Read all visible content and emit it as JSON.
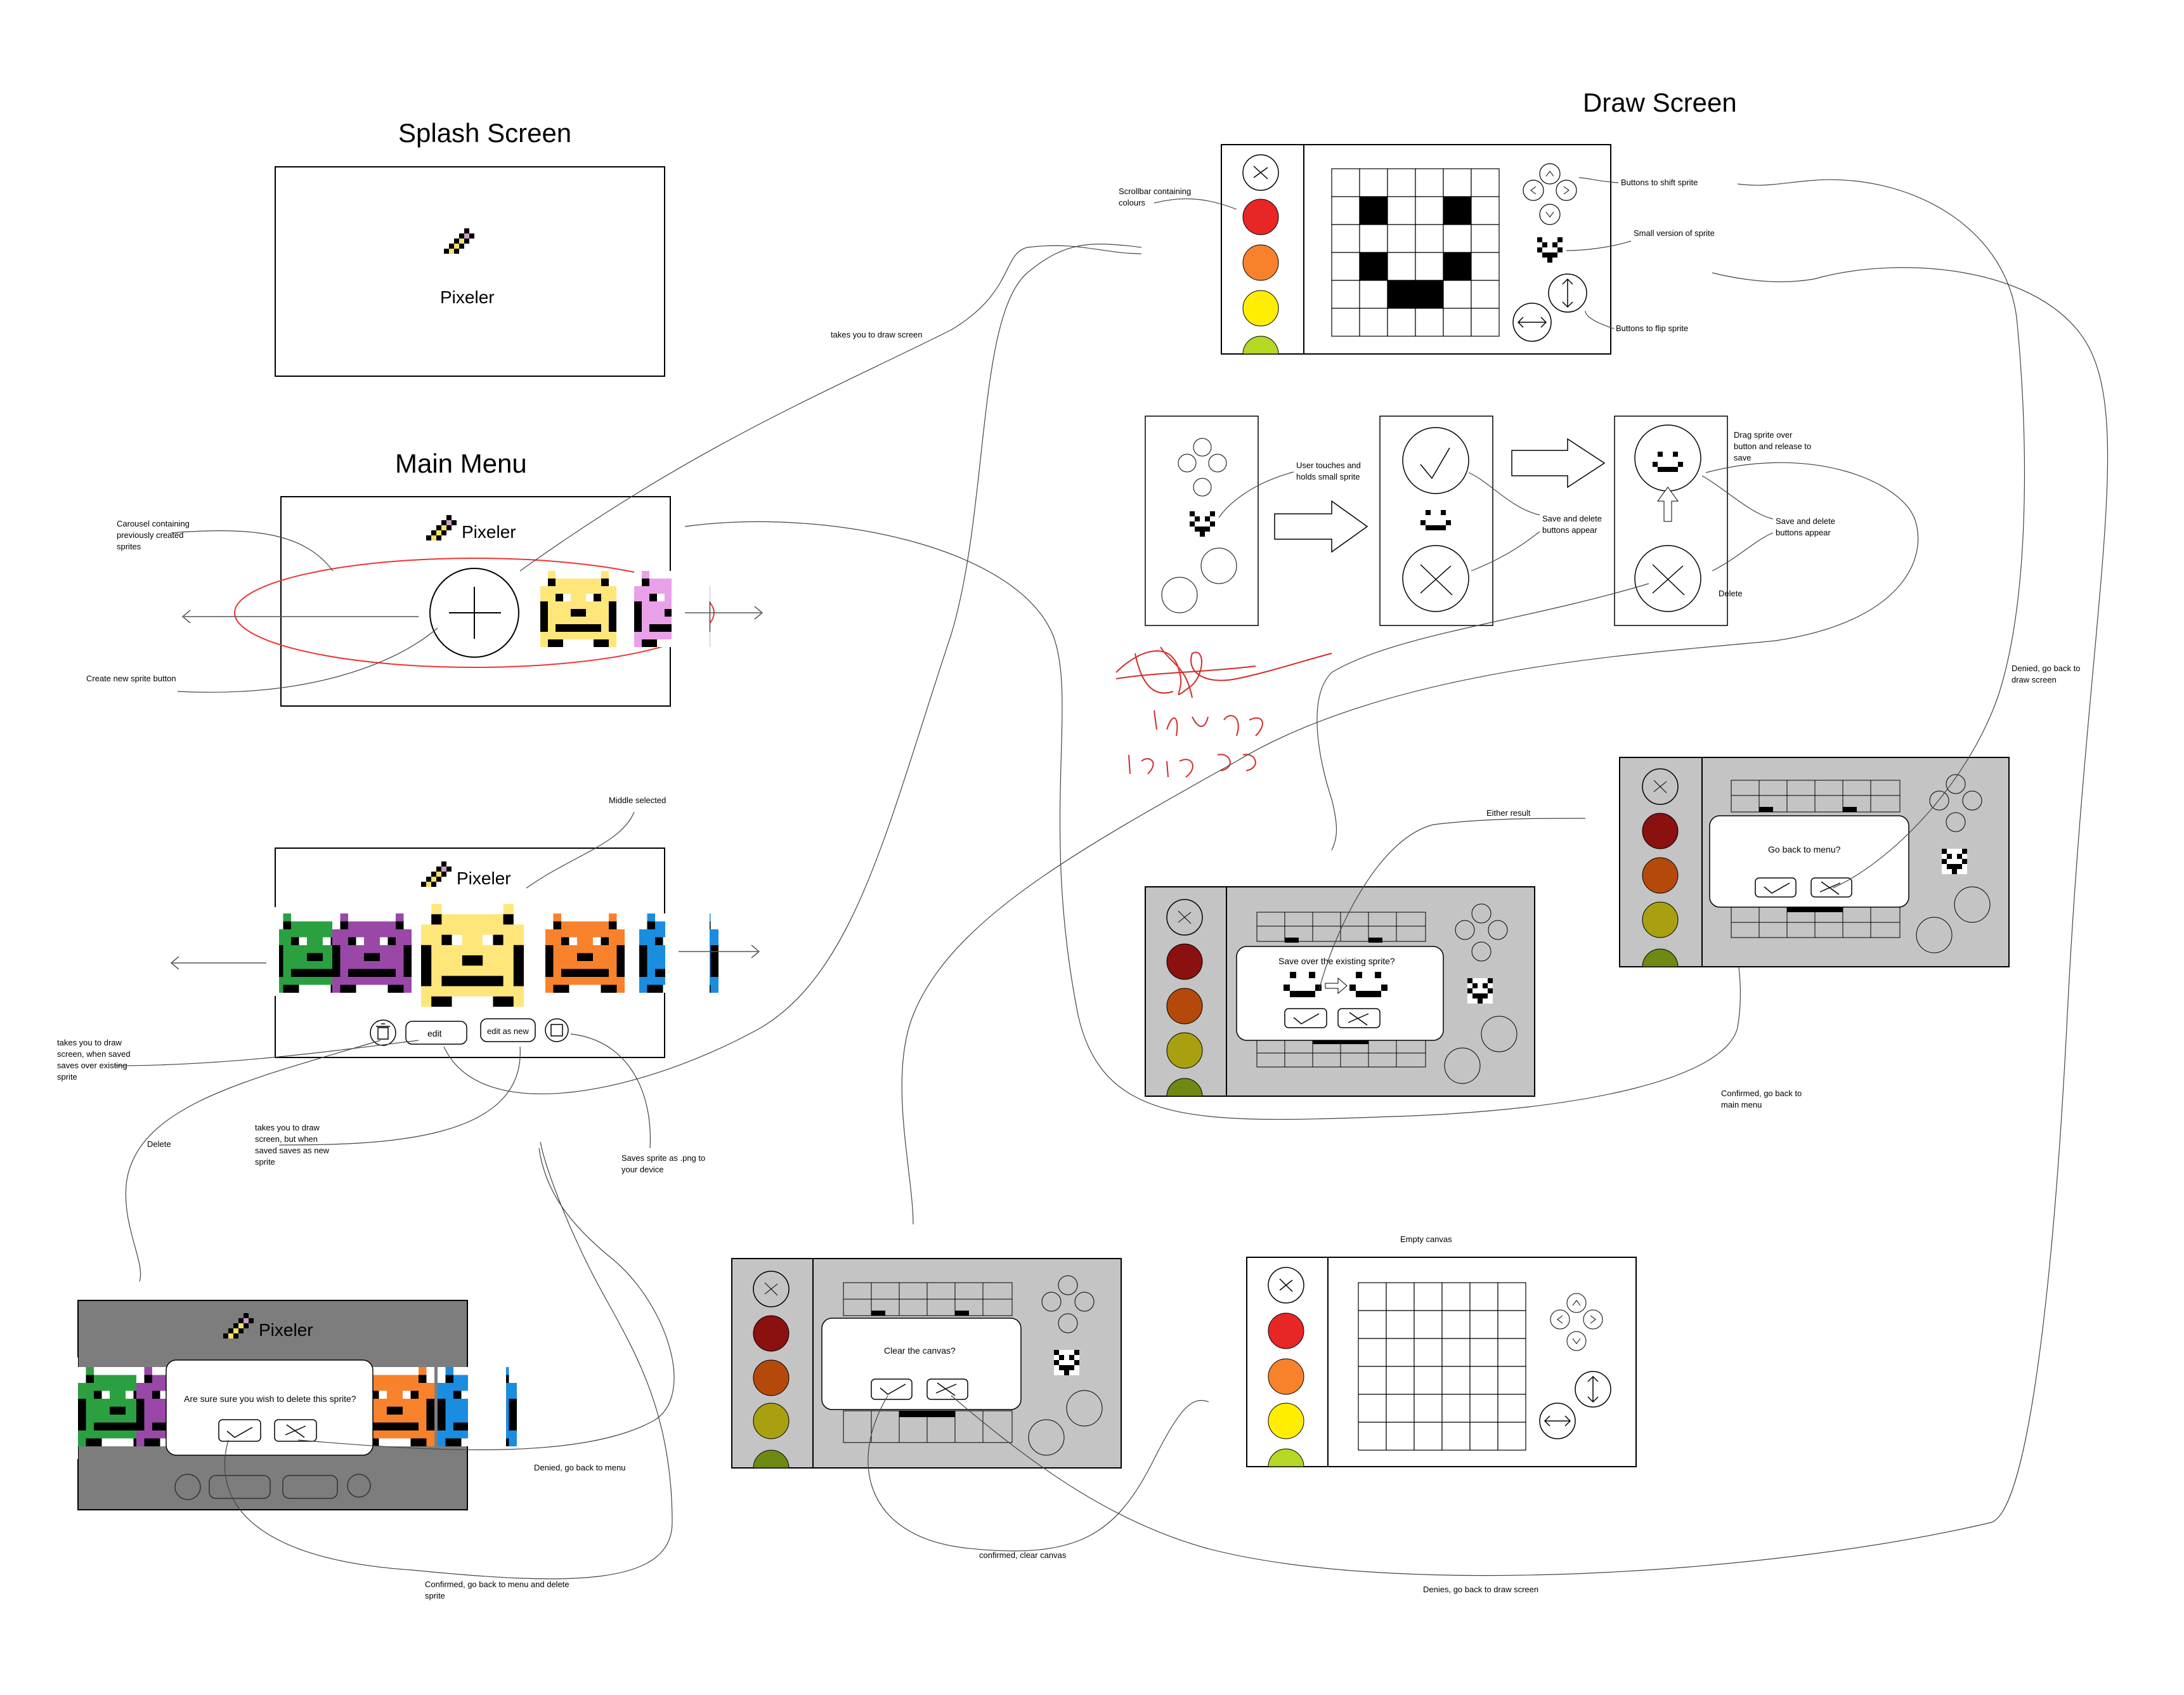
{
  "titles": {
    "splash": "Splash Screen",
    "main_menu": "Main Menu",
    "draw": "Draw Screen"
  },
  "app_name": "Pixeler",
  "buttons": {
    "edit": "edit",
    "edit_as_new": "edit as new"
  },
  "dialogs": {
    "delete": "Are sure sure you wish to delete this sprite?",
    "save_over": "Save over the existing sprite?",
    "back_to_menu": "Go back to menu?",
    "clear": "Clear the canvas?"
  },
  "notes": {
    "carousel": [
      "Carousel containing",
      "previously created",
      "sprites"
    ],
    "create_new": "Create new sprite button",
    "takes_to_draw": "takes you to draw screen",
    "middle_selected": "Middle selected",
    "edit_note": [
      "takes you to draw",
      "screen, when saved",
      "saves over existing",
      "sprite"
    ],
    "edit_new_note": [
      "takes you to draw",
      "screen, but when",
      "saved saves as new",
      "sprite"
    ],
    "save_png": [
      "Saves sprite as .png to",
      "your device"
    ],
    "delete": "Delete",
    "denied_menu": "Denied, go back to menu",
    "confirmed_delete": [
      "Confirmed, go back to menu and delete",
      "sprite"
    ],
    "scrollbar": [
      "Scrollbar containing",
      "colours"
    ],
    "shift": "Buttons to shift sprite",
    "small_version": "Small version of sprite",
    "flip": "Buttons to flip sprite",
    "user_touches": [
      "User touches and",
      "holds small sprite"
    ],
    "save_delete_1": [
      "Save and delete",
      "buttons appear"
    ],
    "drag_sprite": [
      "Drag sprite over",
      "button and release to",
      "save"
    ],
    "save_delete_2": [
      "Save and delete",
      "buttons appear"
    ],
    "delete_right": "Delete",
    "either_result": "Either result",
    "denied_draw": [
      "Denied, go back to",
      "draw screen"
    ],
    "confirmed_main": [
      "Confirmed, go back to",
      "main menu"
    ],
    "empty_canvas": "Empty canvas",
    "confirmed_clear": "confirmed, clear canvas",
    "denies_draw": "Denies, go back to draw screen"
  },
  "signature": "6/9/2018 10:10 55",
  "colors": {
    "red": "#e82626",
    "orange": "#f7822b",
    "yellow": "#ffee00",
    "lime": "#b5d824",
    "dark_red": "#8b1010",
    "dark_orange": "#b5490c",
    "dark_yellow": "#a8a010",
    "dark_lime": "#6e8a12",
    "gray_bg": "#c4c4c4",
    "dark_gray": "#7d7d7d",
    "ink": "#d42a2a"
  }
}
